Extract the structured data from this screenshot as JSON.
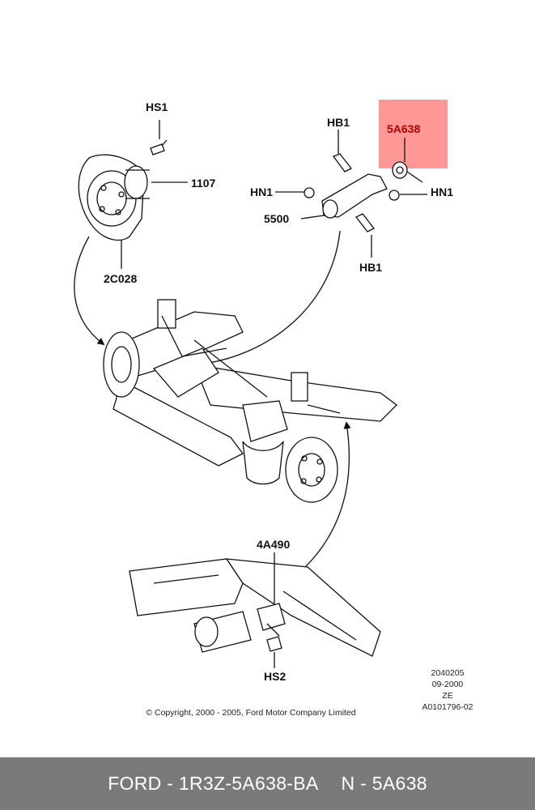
{
  "labels": {
    "hs1": "HS1",
    "p1107": "1107",
    "p2c028": "2C028",
    "hb1_top": "HB1",
    "hn1_left": "HN1",
    "hn1_right": "HN1",
    "p5500": "5500",
    "hb1_bottom": "HB1",
    "p5a638": "5A638",
    "p4a490": "4A490",
    "hs2": "HS2"
  },
  "meta": {
    "line1": "2040205",
    "line2": "09-2000",
    "line3": "ZE",
    "line4": "A0101796-02"
  },
  "copyright": "© Copyright, 2000 - 2005, Ford Motor Company Limited",
  "footer": {
    "left": "FORD - 1R3Z-5A638-BA",
    "right": "N - 5A638"
  },
  "highlight_color": "#ff6f6f"
}
